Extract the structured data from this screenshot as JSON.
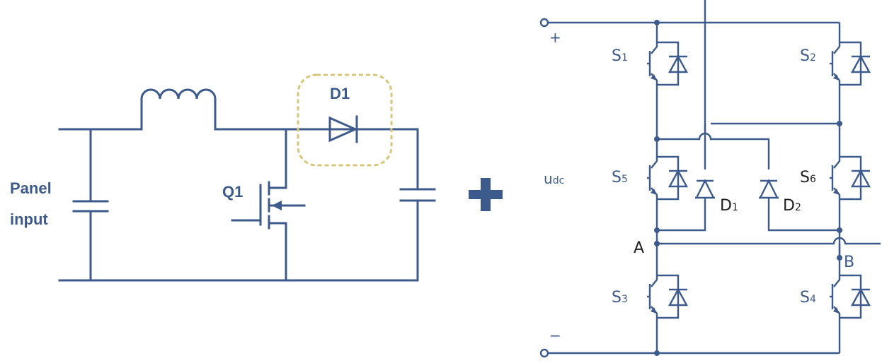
{
  "left_circuit": {
    "input_label_line1": "Panel",
    "input_label_line2": "input",
    "switch_label": "Q1",
    "diode_label": "D1"
  },
  "plus_sign": "+",
  "right_circuit": {
    "plus_label": "+",
    "minus_label": "−",
    "dc_label_main": "u",
    "dc_label_sub": "dc",
    "switches": [
      {
        "main": "S",
        "sub": "1"
      },
      {
        "main": "S",
        "sub": "2"
      },
      {
        "main": "S",
        "sub": "5"
      },
      {
        "main": "S",
        "sub": "6"
      },
      {
        "main": "S",
        "sub": "3"
      },
      {
        "main": "S",
        "sub": "4"
      }
    ],
    "diodes": [
      {
        "main": "D",
        "sub": "1"
      },
      {
        "main": "D",
        "sub": "2"
      }
    ],
    "node_a": "A",
    "node_b": "B"
  },
  "colors": {
    "wire": "#3d5a8c",
    "highlight": "#d6c77a"
  }
}
